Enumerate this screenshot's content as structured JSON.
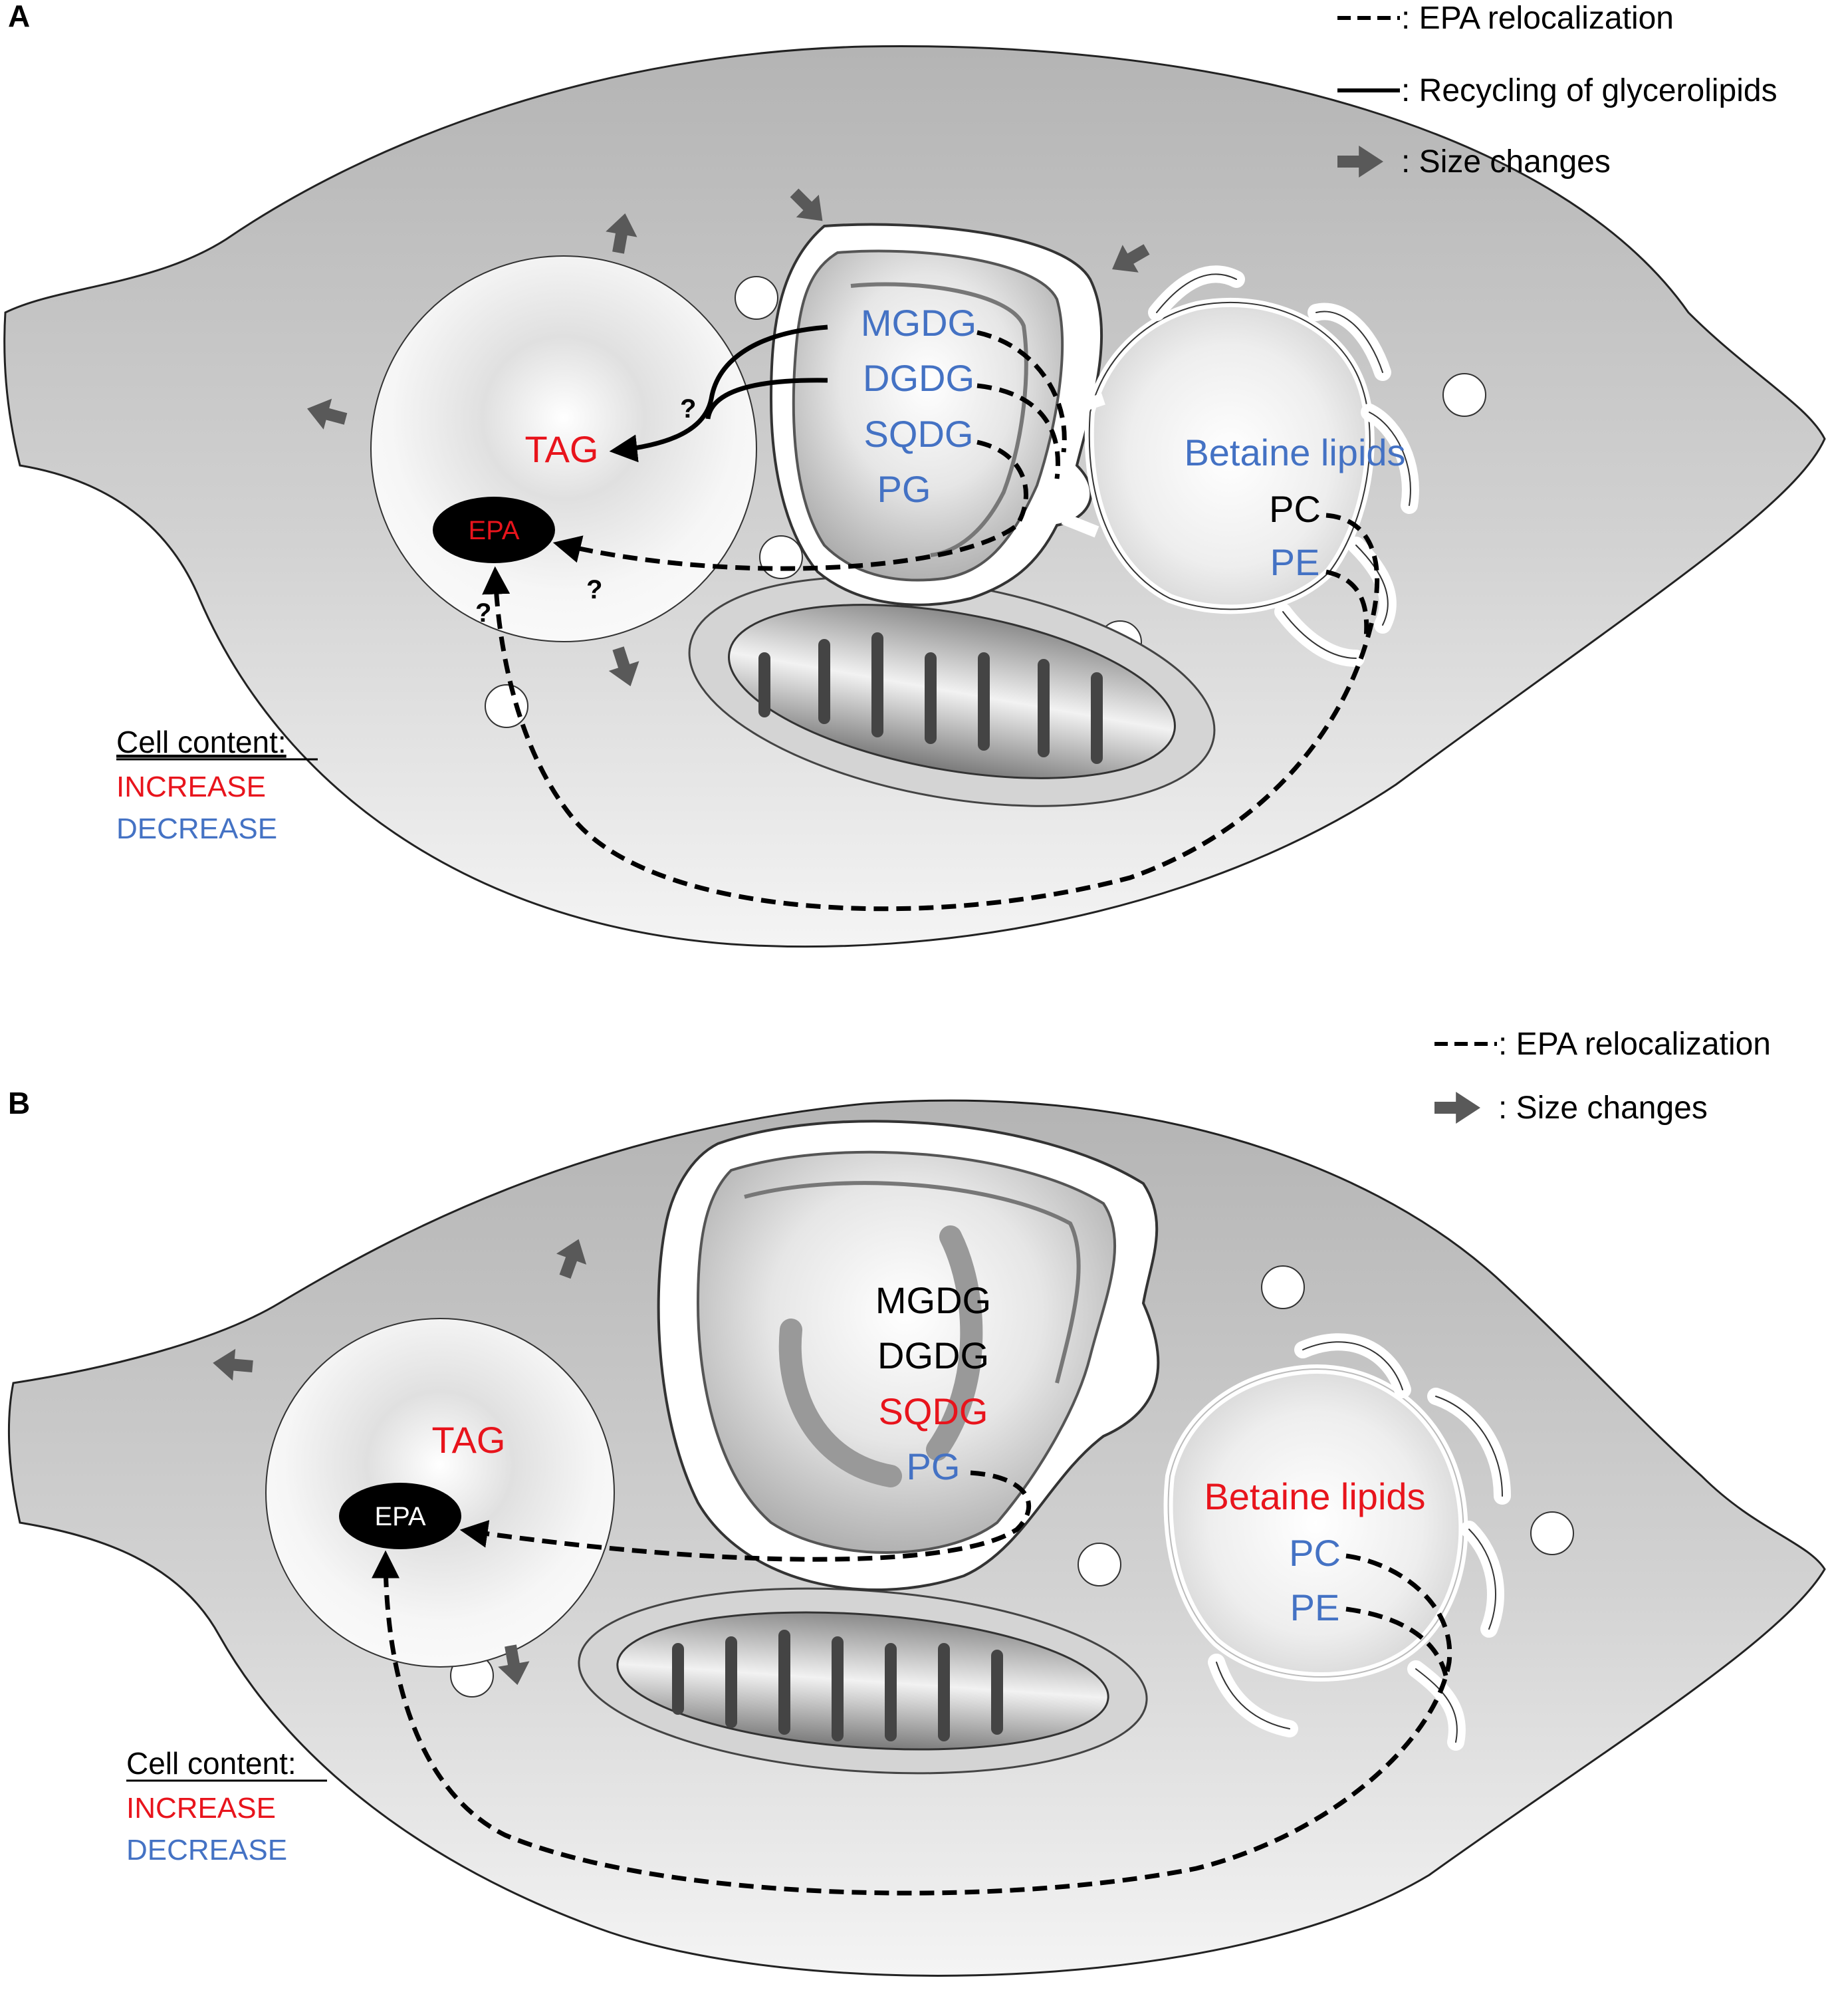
{
  "colors": {
    "increase": "#e8141c",
    "decrease": "#4472c4",
    "neutral": "#000000",
    "cell_fill": "#c8c8c8",
    "arrow_gray": "#595959"
  },
  "panel_a": {
    "label": "A",
    "legend": [
      {
        "symbol": "dashed-line",
        "text": ": EPA relocalization"
      },
      {
        "symbol": "solid-line",
        "text": ": Recycling of glycerolipids"
      },
      {
        "symbol": "gray-arrow",
        "text": ": Size changes"
      }
    ],
    "lipid_droplet": {
      "tag": {
        "text": "TAG",
        "status": "increase"
      },
      "epa": {
        "text": "EPA",
        "status": "increase"
      }
    },
    "plastid_lipids": [
      {
        "text": "MGDG",
        "status": "decrease"
      },
      {
        "text": "DGDG",
        "status": "decrease"
      },
      {
        "text": "SQDG",
        "status": "decrease"
      },
      {
        "text": "PG",
        "status": "decrease"
      }
    ],
    "er_lipids": [
      {
        "text": "Betaine lipids",
        "status": "decrease"
      },
      {
        "text": "PC",
        "status": "neutral"
      },
      {
        "text": "PE",
        "status": "decrease"
      }
    ],
    "question_marks": [
      "?",
      "?",
      "?"
    ],
    "cell_content": {
      "heading": "Cell content:",
      "increase": "INCREASE",
      "decrease": "DECREASE"
    }
  },
  "panel_b": {
    "label": "B",
    "legend": [
      {
        "symbol": "dashed-line",
        "text": ": EPA relocalization"
      },
      {
        "symbol": "gray-arrow",
        "text": ": Size changes"
      }
    ],
    "lipid_droplet": {
      "tag": {
        "text": "TAG",
        "status": "increase"
      },
      "epa": {
        "text": "EPA",
        "status": "neutral"
      }
    },
    "plastid_lipids": [
      {
        "text": "MGDG",
        "status": "neutral"
      },
      {
        "text": "DGDG",
        "status": "neutral"
      },
      {
        "text": "SQDG",
        "status": "increase"
      },
      {
        "text": "PG",
        "status": "decrease"
      }
    ],
    "er_lipids": [
      {
        "text": "Betaine lipids",
        "status": "increase"
      },
      {
        "text": "PC",
        "status": "decrease"
      },
      {
        "text": "PE",
        "status": "decrease"
      }
    ],
    "cell_content": {
      "heading": "Cell content:",
      "increase": "INCREASE",
      "decrease": "DECREASE"
    }
  }
}
